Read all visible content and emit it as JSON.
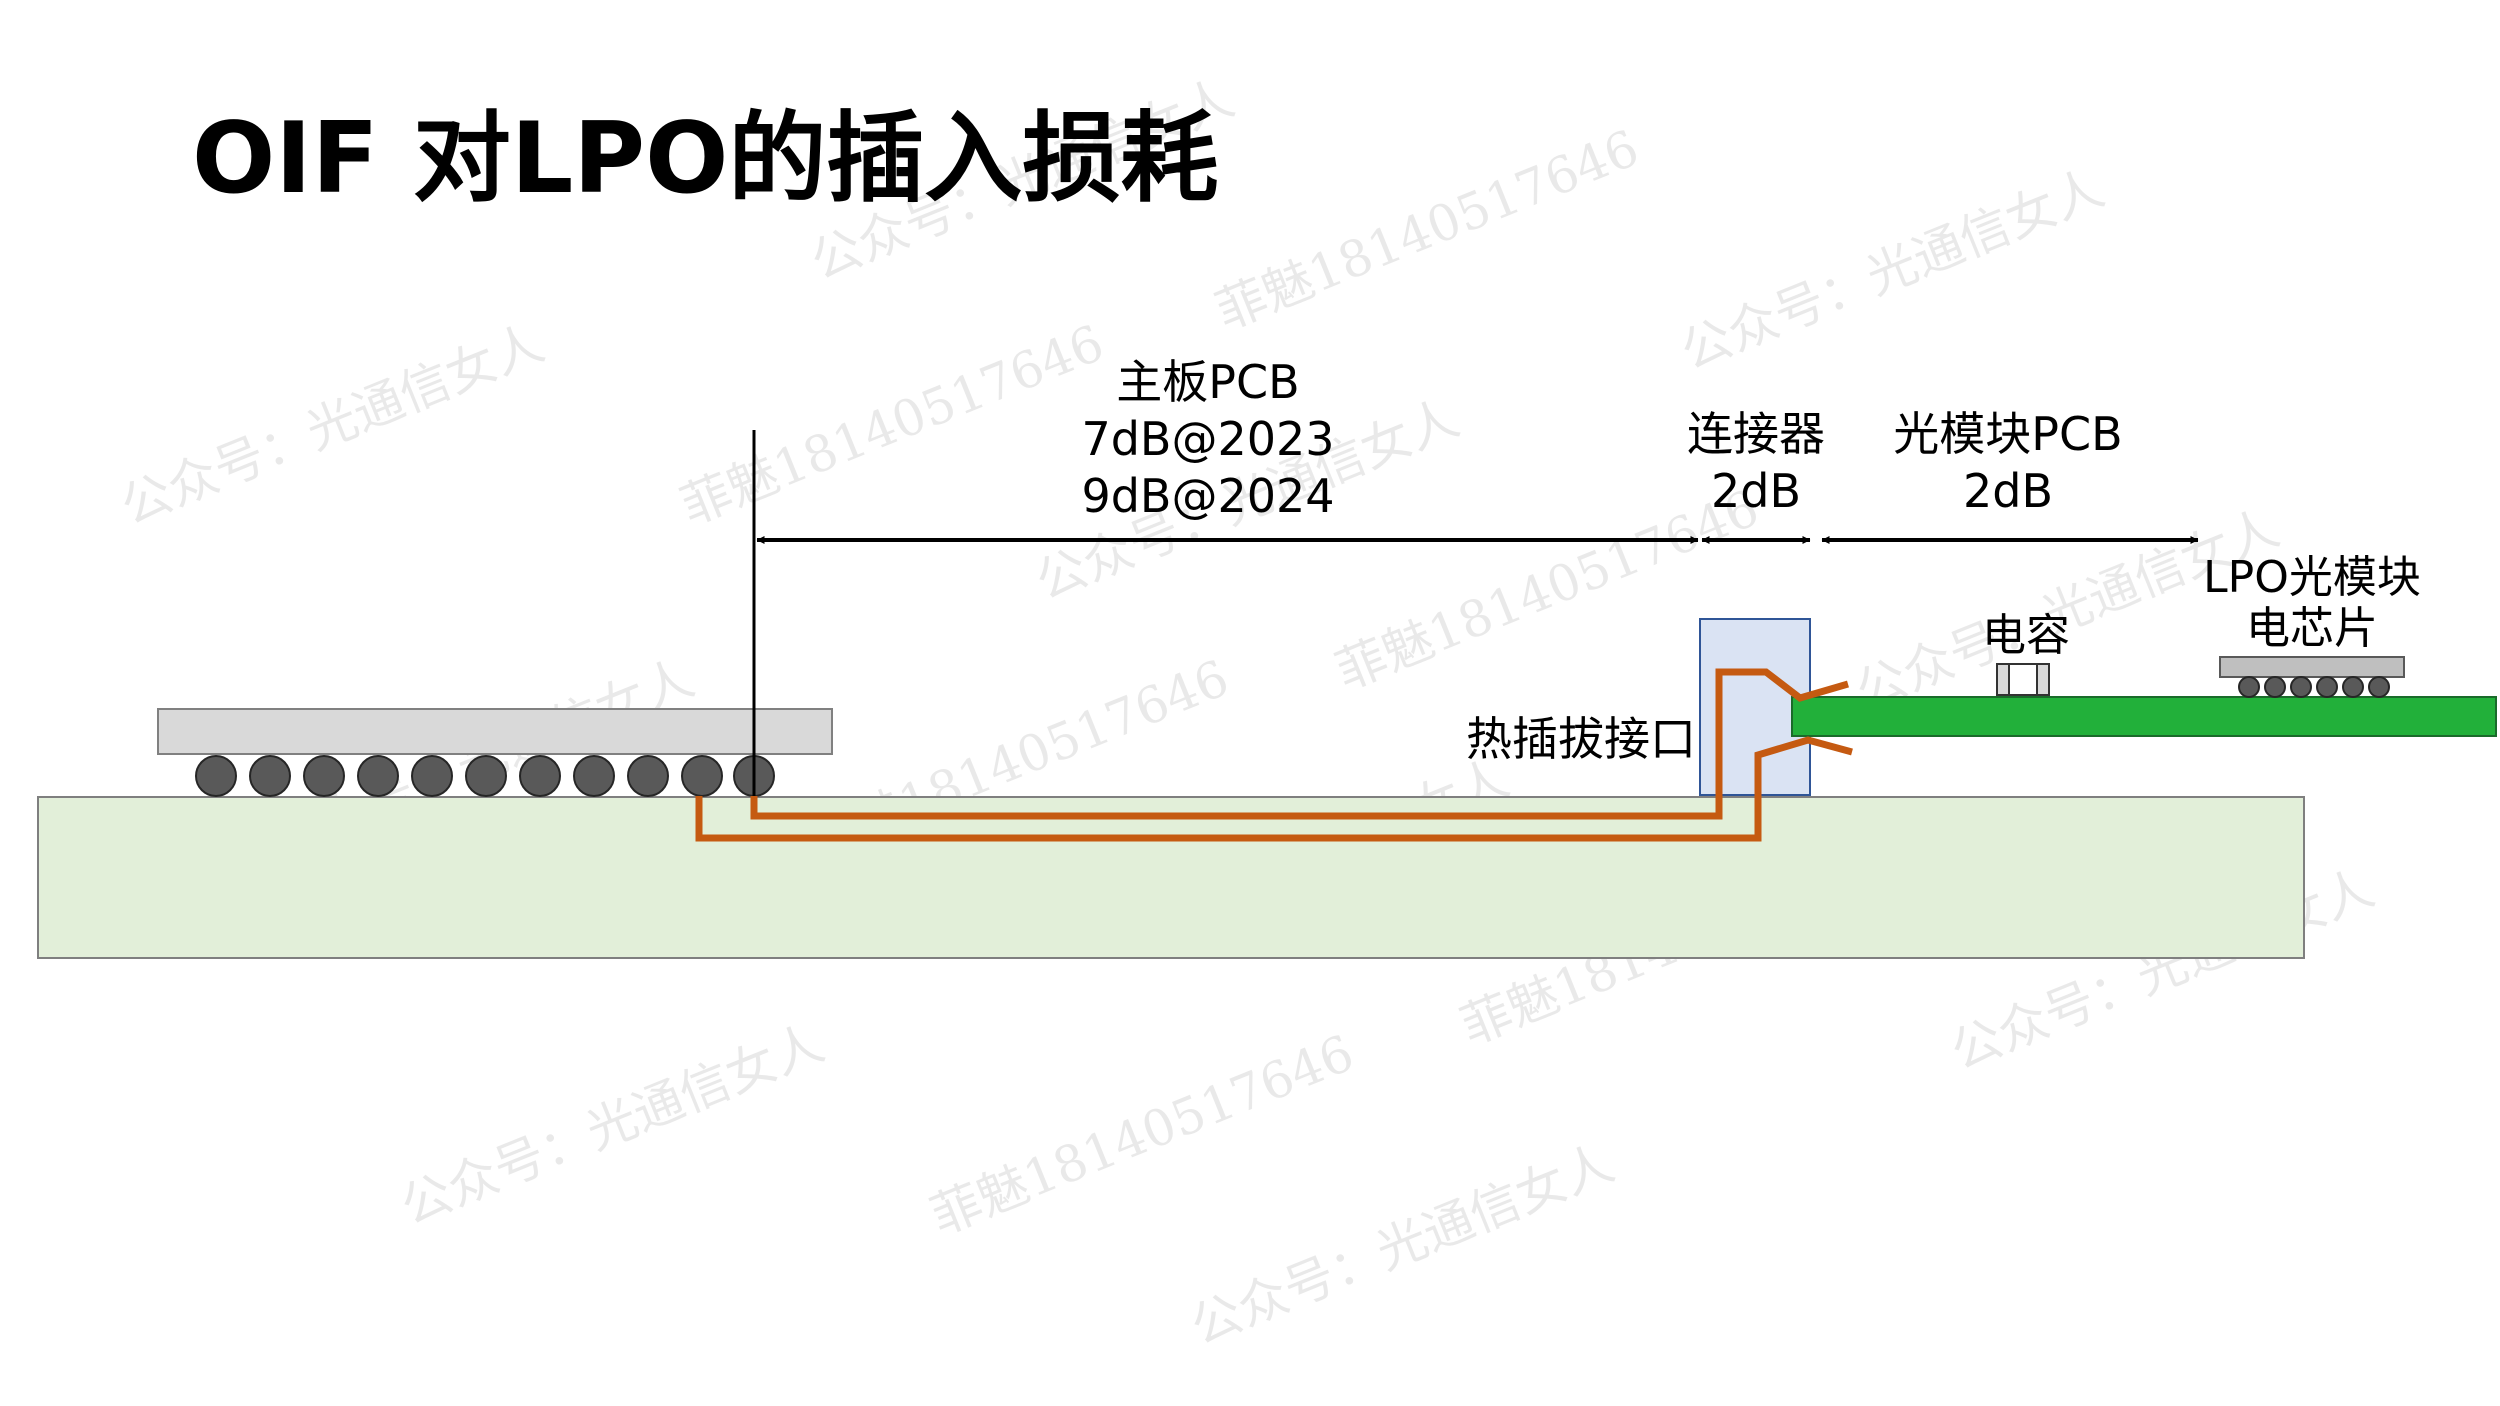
{
  "title": "OIF 对LPO的插入损耗",
  "segments": {
    "mainboard": {
      "name": "主板PCB",
      "loss_2023": "7dB@2023",
      "loss_2024": "9dB@2024"
    },
    "connector": {
      "name": "连接器",
      "loss": "2dB"
    },
    "module_pcb": {
      "name": "光模块PCB",
      "loss": "2dB"
    }
  },
  "labels": {
    "hotplug_port": "热插拔接口",
    "capacitor": "电容",
    "lpo_chip_line1": "LPO光模块",
    "lpo_chip_line2": "电芯片"
  },
  "watermarks": {
    "wechat": "公众号：光通信女人",
    "contact": "菲魅18140517646"
  },
  "colors": {
    "mainboard_fill": "#e2efd9",
    "module_pcb_fill": "#22b03a",
    "chip_package_fill": "#d9d9d9",
    "solder_ball_fill": "#595959",
    "connector_fill": "#dae3f3",
    "connector_stroke": "#2f5597",
    "trace": "#c55a11",
    "arrow": "#000000"
  }
}
